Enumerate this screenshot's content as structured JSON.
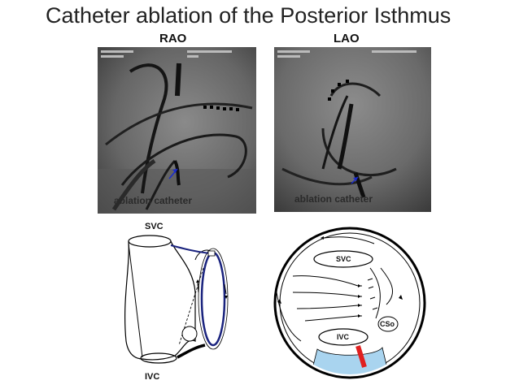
{
  "slide": {
    "title": "Catheter ablation of the Posterior Isthmus"
  },
  "fluoroscopy": {
    "rao": {
      "label": "RAO",
      "caption": "ablation catheter"
    },
    "lao": {
      "label": "LAO",
      "caption": "ablation catheter"
    }
  },
  "diagram_left": {
    "top_label": "SVC",
    "bottom_label": "IVC"
  },
  "diagram_right": {
    "svc_label": "SVC",
    "ivc_label": "IVC",
    "cs_label": "CSo"
  },
  "colors": {
    "ablation_line": "#e02020",
    "isthmus_fill": "#a9d4ef",
    "catheter_line": "#1a237e",
    "arrow": "#1a2bcc"
  }
}
